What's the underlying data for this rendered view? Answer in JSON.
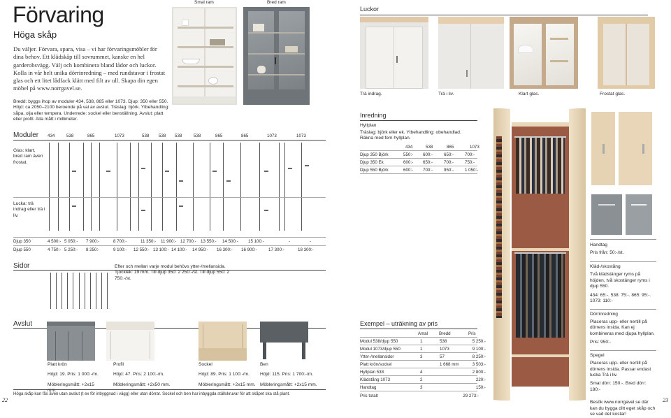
{
  "left": {
    "title": "Förvaring",
    "subtitle": "Höga skåp",
    "intro": "Du väljer. Förvara, spara, visa – vi har förvaringsmöbler för dina behov. Ett klädskåp till sovrummet, kanske en hel garderobsvägg. Välj och kombinera bland lådor och luckor. Kolla in vår helt unika dörrinredning – med rundstavar i frostat glas och ett litet lådfack klätt med filt av ull. Skapa din egen möbel på www.norrgavel.se.",
    "photo_labels": {
      "narrow": "Smal ram",
      "wide": "Bred ram"
    },
    "specs": "Bredd: byggs ihop av moduler 434, 538, 865 eller 1073. Djup: 350 eller 550. Höjd: ca 2050–2100 beroende på val av avslut. Träslag: björk. Ytbehandling: såpa, olja eller tempera. Underrede: sockel eller benställning. Avslut: platt eller profil. Alla mått i millimeter.",
    "moduler": {
      "heading": "Moduler",
      "widths": [
        "434",
        "538",
        "865",
        "1073",
        "538",
        "538",
        "538",
        "538",
        "865",
        "865",
        "1073",
        "1073"
      ],
      "glas_label": "Glas: klart, bred ram även frostat.",
      "lucka_label": "Lucka: trä indrag eller trä i liv."
    },
    "prices": [
      {
        "label": "Djup 350",
        "values": [
          "4 500:-",
          "5 050:-",
          "7 900:-",
          "8 700:-",
          "11 350:-",
          "11 900:-",
          "12 700:-",
          "13 550:-",
          "14 500:-",
          "15 100:-",
          "-",
          "-"
        ]
      },
      {
        "label": "Djup 550",
        "values": [
          "4 750:-",
          "5 250:-",
          "8 250:-",
          "9 100:-",
          "12 550:-",
          "13 100:-",
          "14 100:-",
          "14 950:-",
          "16 300:-",
          "16 900:-",
          "17 300:-",
          "18 300:-"
        ]
      }
    ],
    "sidor": {
      "heading": "Sidor",
      "text": "Efter och mellan varje modul behövs ytter-/mellansida. Tjocklek: 19 mm. Till djup 350: 2 250:-/st. Till djup 550: 2 750:-/st."
    },
    "avslut": {
      "heading": "Avslut",
      "items": [
        {
          "name": "Platt krön",
          "line1": "Höjd: 19. Pris: 1 000:-/m.",
          "line2": "Möbleringsmått: +2x15 mm."
        },
        {
          "name": "Profil",
          "line1": "Höjd: 47. Pris: 2 100:-/m.",
          "line2": "Möbleringsmått: +2x50 mm."
        },
        {
          "name": "Sockel",
          "line1": "Höjd: 89. Pris: 1 100:-/m.",
          "line2": "Möbleringsmått: +2x15 mm."
        },
        {
          "name": "Ben",
          "line1": "Höjd: 115. Pris: 1 700:-/m.",
          "line2": "Möbleringsmått: +2x15 mm."
        }
      ],
      "footnote": "Höga skåp kan fås även utan avslut (t ex för inbyggnad i vägg) eller utan dörrar. Sockel och ben har inbyggda ställskruvar för att skåpet ska stå plant."
    },
    "page_number": "22"
  },
  "right": {
    "luckor": {
      "heading": "Luckor",
      "labels": [
        "Trä indrag.",
        "Trä i liv.",
        "Klart glas.",
        "Frostat glas."
      ]
    },
    "inredning": {
      "heading": "Inredning",
      "sub": "Hyllplan",
      "desc": "Träslag: björk eller ek. Ytbehandling: obehandlad. Räkna med fem hyllplan.",
      "cols": [
        "434",
        "538",
        "865",
        "1073"
      ],
      "rows": [
        {
          "label": "Djup 350 Björk",
          "values": [
            "550:-",
            "600:-",
            "650:-",
            "700:-"
          ]
        },
        {
          "label": "Djup 350 Ek",
          "values": [
            "600:-",
            "650:-",
            "700:-",
            "750:-"
          ]
        },
        {
          "label": "Djup 550 Björk",
          "values": [
            "600:-",
            "700:-",
            "950:-",
            "1 050:-"
          ]
        }
      ]
    },
    "exempel": {
      "heading": "Exempel – uträkning av pris",
      "col_antal": "Antal",
      "col_bredd": "Bredd",
      "col_pris": "Pris",
      "rows": [
        {
          "label": "Modul 538/djup 550",
          "antal": "1",
          "bredd": "538",
          "pris": "5 250:-"
        },
        {
          "label": "Modul 1073/djup 550",
          "antal": "1",
          "bredd": "1073",
          "pris": "9 100:-"
        },
        {
          "label": "Ytter-/mellansidor",
          "antal": "3",
          "bredd": "57",
          "pris": "8 250:-"
        },
        {
          "label": "Platt krön/sockel",
          "antal": "",
          "bredd": "1 668 mm",
          "pris": "3 503:-"
        },
        {
          "label": "Hyllplan 538",
          "antal": "4",
          "bredd": "",
          "pris": "2 800:-"
        },
        {
          "label": "Klädstång 1073",
          "antal": "2",
          "bredd": "",
          "pris": "220:-"
        },
        {
          "label": "Handtag",
          "antal": "3",
          "bredd": "",
          "pris": "150:-"
        }
      ],
      "total_label": "Pris totalt",
      "total": "29 273:-"
    },
    "side": {
      "handtag_h": "Handtag",
      "handtag_t": "Pris från: 50:-/st.",
      "klad_h": "Kläd-/skostång",
      "klad_t": "Två klädstänger ryms på höjden, två skostänger ryms i djup 550.",
      "klad_p": "434: 65:-. 538: 75:-. 865: 95:-. 1073: 110:-",
      "dorr_h": "Dörrinredning",
      "dorr_t": "Placeras upp- eller nertill på dörrens insida. Kan ej kombineras med djupa hyllplan.",
      "dorr_p": "Pris: 950:-",
      "spegel_h": "Spegel",
      "spegel_t": "Placeras upp- eller nertill på dörrens insida. Passar endast lucka Trä i liv.",
      "spegel_p": "Smal dörr: 150:-. Bred dörr: 180:-",
      "besok": "Besök www.norrgavel.se där kan du bygga ditt eget skåp och se vad det kostar!"
    },
    "page_number": "23"
  },
  "colors": {
    "birch": "#e6d6bd",
    "grey_paint": "#767b80",
    "dark_grey": "#5a5f63",
    "interior_red": "#9a5a44"
  }
}
